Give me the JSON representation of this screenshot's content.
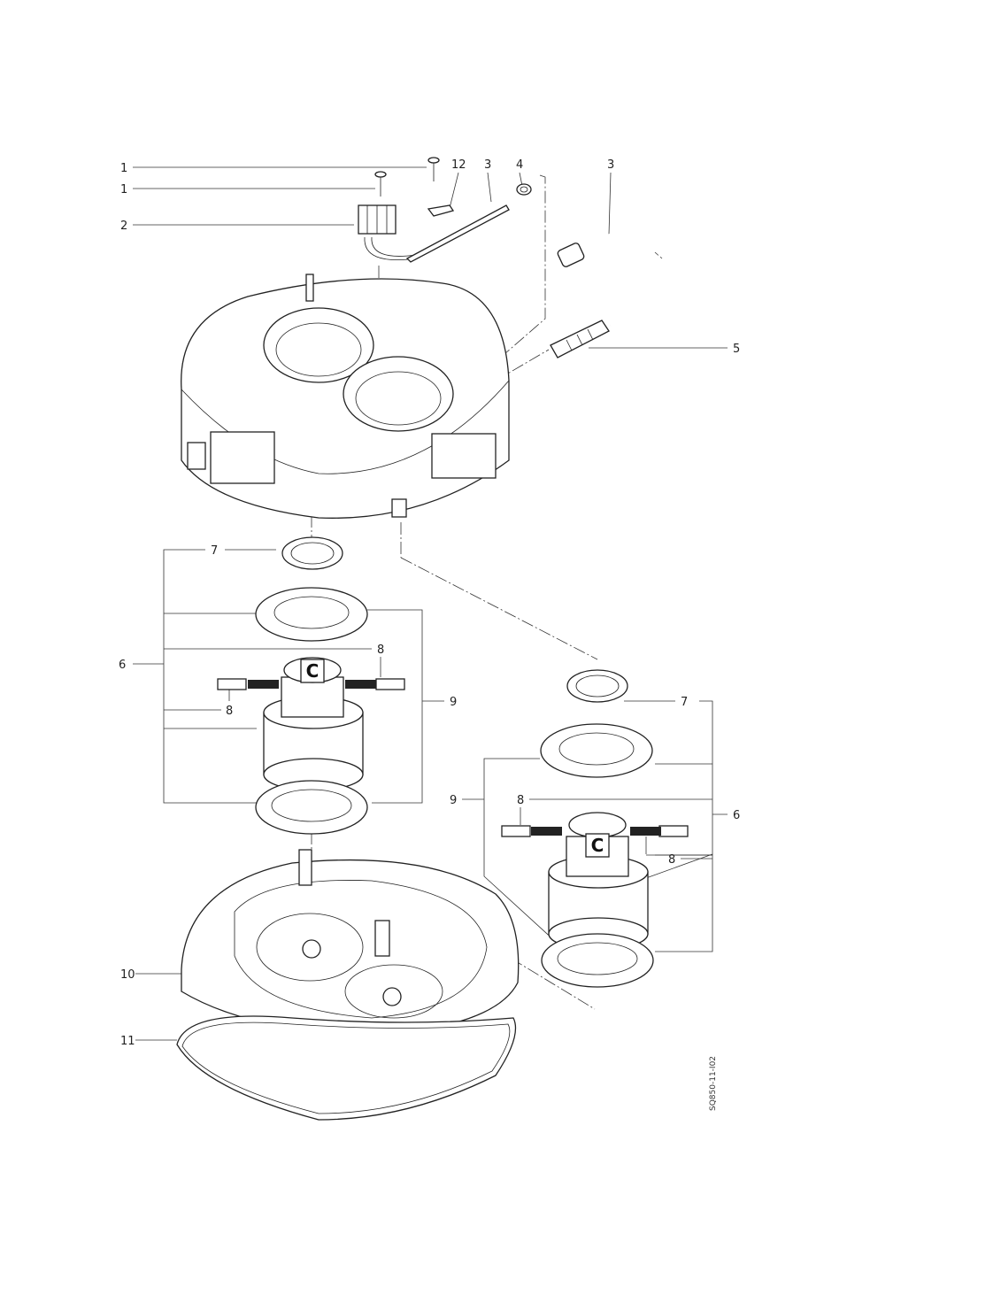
{
  "diagram": {
    "callouts": [
      "1",
      "1",
      "2",
      "12",
      "3",
      "4",
      "3",
      "5",
      "7",
      "6",
      "8",
      "8",
      "9",
      "7",
      "9",
      "8",
      "6",
      "8",
      "10",
      "11"
    ],
    "motor_badge": "C",
    "drawing_code": "SQ850-11-I02"
  }
}
